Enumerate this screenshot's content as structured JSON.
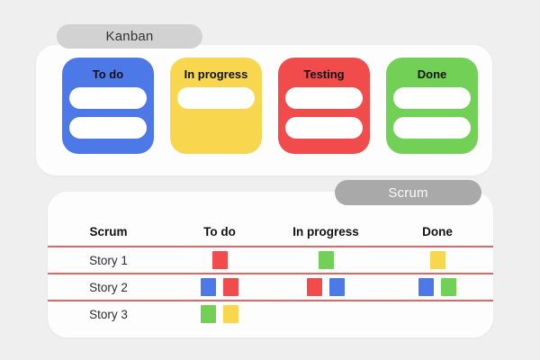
{
  "page": {
    "background": "#efefef"
  },
  "kanban": {
    "label": "Kanban",
    "pill_bg": "#d2d2d2",
    "pill_text_color": "#333333",
    "columns": [
      {
        "title": "To do",
        "color": "#4d78e8",
        "cards": 2
      },
      {
        "title": "In progress",
        "color": "#f8d64e",
        "cards": 1
      },
      {
        "title": "Testing",
        "color": "#f24b4b",
        "cards": 2
      },
      {
        "title": "Done",
        "color": "#72d057",
        "cards": 2
      }
    ]
  },
  "scrum": {
    "label": "Scrum",
    "pill_bg": "#a9a9a9",
    "pill_text_color": "#fafafa",
    "line_color": "#e06666",
    "headers": [
      "Scrum",
      "To do",
      "In progress",
      "Done"
    ],
    "square_colors": {
      "red": "#f24b4b",
      "green": "#72d057",
      "yellow": "#f8d64e",
      "blue": "#4d78e8"
    },
    "rows": [
      {
        "label": "Story 1",
        "todo": [
          "red"
        ],
        "in_progress": [
          "green"
        ],
        "done": [
          "yellow"
        ]
      },
      {
        "label": "Story 2",
        "todo": [
          "blue",
          "red"
        ],
        "in_progress": [
          "red",
          "blue"
        ],
        "done": [
          "blue",
          "green"
        ]
      },
      {
        "label": "Story 3",
        "todo": [
          "green",
          "yellow"
        ],
        "in_progress": [],
        "done": []
      }
    ]
  }
}
